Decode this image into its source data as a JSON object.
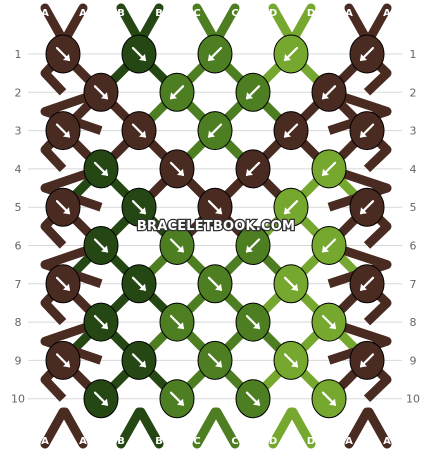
{
  "watermark": "BRACELETBOOK.COM",
  "strands": {
    "top_labels": [
      "A",
      "A",
      "B",
      "B",
      "C",
      "C",
      "D",
      "D",
      "A",
      "A"
    ],
    "bottom_labels": [
      "A",
      "A",
      "B",
      "B",
      "C",
      "C",
      "D",
      "D",
      "A",
      "A"
    ]
  },
  "colors": {
    "A": "#4a2b22",
    "B": "#254713",
    "C": "#4d7e22",
    "D": "#76a830",
    "grid_line": "#d8d8d8",
    "knot_outline": "#000000"
  },
  "rows": [
    {
      "number": "1",
      "knots": [
        {
          "color": "A",
          "dir": "se"
        },
        {
          "color": "B",
          "dir": "se"
        },
        {
          "color": "C",
          "dir": "sw"
        },
        {
          "color": "D",
          "dir": "sw"
        },
        {
          "color": "A",
          "dir": "sw"
        }
      ]
    },
    {
      "number": "2",
      "knots": [
        {
          "color": "A",
          "dir": "se"
        },
        {
          "color": "C",
          "dir": "sw"
        },
        {
          "color": "C",
          "dir": "sw"
        },
        {
          "color": "A",
          "dir": "sw"
        }
      ]
    },
    {
      "number": "3",
      "knots": [
        {
          "color": "A",
          "dir": "se"
        },
        {
          "color": "A",
          "dir": "se"
        },
        {
          "color": "C",
          "dir": "sw"
        },
        {
          "color": "A",
          "dir": "sw"
        },
        {
          "color": "A",
          "dir": "sw"
        }
      ]
    },
    {
      "number": "4",
      "knots": [
        {
          "color": "B",
          "dir": "se"
        },
        {
          "color": "A",
          "dir": "se"
        },
        {
          "color": "A",
          "dir": "sw"
        },
        {
          "color": "D",
          "dir": "sw"
        }
      ]
    },
    {
      "number": "5",
      "knots": [
        {
          "color": "A",
          "dir": "se"
        },
        {
          "color": "B",
          "dir": "se"
        },
        {
          "color": "A",
          "dir": "se"
        },
        {
          "color": "D",
          "dir": "sw"
        },
        {
          "color": "A",
          "dir": "sw"
        }
      ]
    },
    {
      "number": "6",
      "knots": [
        {
          "color": "B",
          "dir": "se"
        },
        {
          "color": "C",
          "dir": "se"
        },
        {
          "color": "C",
          "dir": "sw"
        },
        {
          "color": "D",
          "dir": "sw"
        }
      ]
    },
    {
      "number": "7",
      "knots": [
        {
          "color": "A",
          "dir": "se"
        },
        {
          "color": "B",
          "dir": "se"
        },
        {
          "color": "C",
          "dir": "se"
        },
        {
          "color": "D",
          "dir": "se"
        },
        {
          "color": "A",
          "dir": "sw"
        }
      ]
    },
    {
      "number": "8",
      "knots": [
        {
          "color": "B",
          "dir": "se"
        },
        {
          "color": "C",
          "dir": "se"
        },
        {
          "color": "C",
          "dir": "se"
        },
        {
          "color": "D",
          "dir": "se"
        }
      ]
    },
    {
      "number": "9",
      "knots": [
        {
          "color": "A",
          "dir": "se"
        },
        {
          "color": "B",
          "dir": "se"
        },
        {
          "color": "C",
          "dir": "se"
        },
        {
          "color": "D",
          "dir": "se"
        },
        {
          "color": "A",
          "dir": "sw"
        }
      ]
    },
    {
      "number": "10",
      "knots": [
        {
          "color": "B",
          "dir": "se"
        },
        {
          "color": "C",
          "dir": "se"
        },
        {
          "color": "C",
          "dir": "se"
        },
        {
          "color": "D",
          "dir": "se"
        }
      ]
    }
  ]
}
